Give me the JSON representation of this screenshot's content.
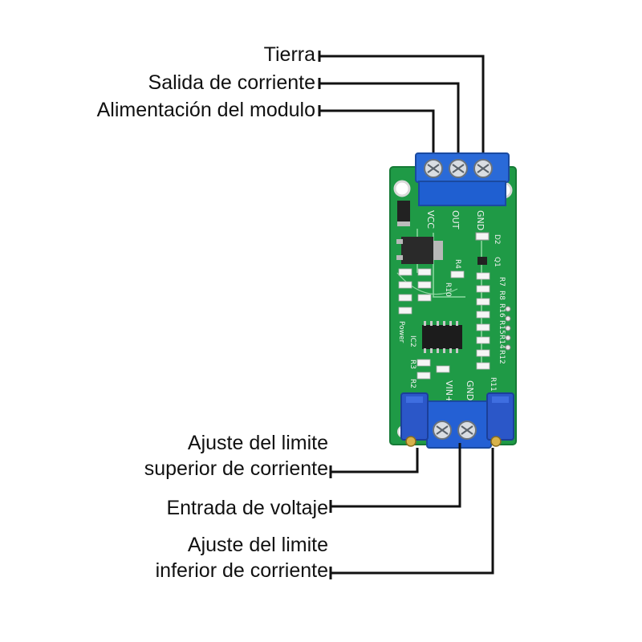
{
  "callouts": {
    "tierra": "Tierra",
    "salida": "Salida de corriente",
    "alimentacion": "Alimentación del modulo",
    "ajuste_superior_l1": "Ajuste del limite",
    "ajuste_superior_l2": "superior de corriente",
    "entrada": "Entrada de voltaje",
    "ajuste_inferior_l1": "Ajuste del limite",
    "ajuste_inferior_l2": "inferior de corriente"
  },
  "board_silkscreen": {
    "vcc": "VCC",
    "out": "OUT",
    "gnd_top": "GND",
    "vin": "VIN+",
    "gnd_bottom": "GND",
    "power": "Power",
    "d2": "D2",
    "q1": "Q1",
    "r4": "R4",
    "r10": "R10",
    "r7": "R7",
    "r8": "R8",
    "r16": "R16",
    "r15": "R15",
    "r14": "R14",
    "r12": "R12",
    "r11": "R11",
    "r3": "R3",
    "r2": "R2",
    "ic2": "IC2"
  },
  "colors": {
    "pcb": "#1f9a46",
    "terminal": "#1f5fd1",
    "trimpot": "#2b57c8",
    "line": "#111111"
  }
}
